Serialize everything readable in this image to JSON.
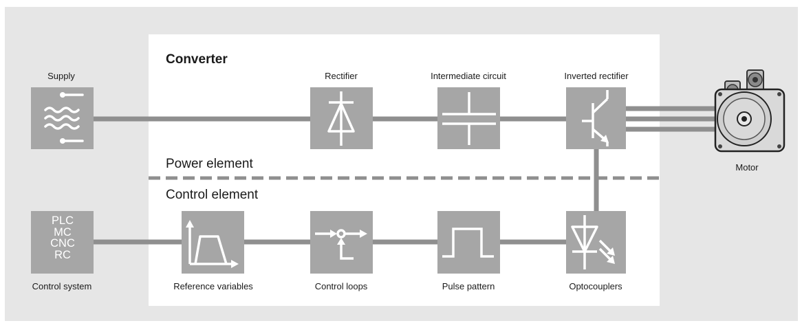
{
  "diagram": {
    "title": "Converter",
    "power_element_label": "Power element",
    "control_element_label": "Control element",
    "supply": {
      "label": "Supply"
    },
    "rectifier": {
      "label": "Rectifier"
    },
    "intermediate_circuit": {
      "label": "Intermediate circuit"
    },
    "inverted_rectifier": {
      "label": "Inverted rectifier"
    },
    "motor": {
      "label": "Motor"
    },
    "control_system": {
      "label": "Control system",
      "lines": [
        "PLC",
        "MC",
        "CNC",
        "RC"
      ]
    },
    "reference_variables": {
      "label": "Reference variables"
    },
    "control_loops": {
      "label": "Control loops"
    },
    "pulse_pattern": {
      "label": "Pulse pattern"
    },
    "optocouplers": {
      "label": "Optocouplers"
    }
  },
  "colors": {
    "outer_background": "#e6e6e6",
    "panel": "#ffffff",
    "block": "#a6a6a6",
    "connector": "#8f8f8f",
    "motor_body": "#d9d9d9"
  }
}
